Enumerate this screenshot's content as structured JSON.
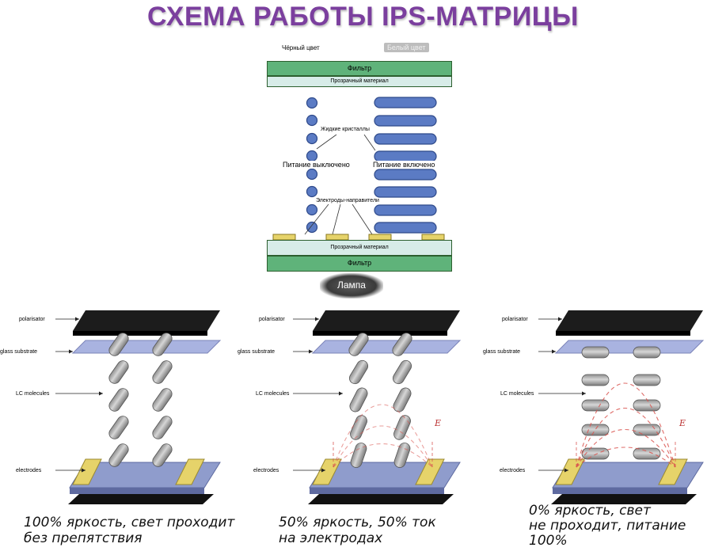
{
  "title": "СХЕМА РАБОТЫ IPS-МАТРИЦЫ",
  "top_diagram": {
    "black_label": "Чёрный цвет",
    "white_label": "Белый цвет",
    "filter": "Фильтр",
    "clear_material": "Прозрачный материал",
    "liquid_crystals": "Жидкие кристаллы",
    "power_off": "Питание выключено",
    "power_on": "Питание включено",
    "electrodes": "Электроды-направители",
    "lamp": "Лампа"
  },
  "panel_labels": {
    "polarisator": "polarisator",
    "glass": "glass substrate",
    "lc": "LC molecules",
    "electrodes": "electrodes",
    "field_symbol": "E"
  },
  "captions": {
    "left": [
      "100% яркость, свет проходит",
      "без препятствия"
    ],
    "middle": [
      "50% яркость, 50% ток",
      "на электродах"
    ],
    "right": [
      "0% яркость, свет",
      "не проходит, питание",
      "100%"
    ]
  },
  "colors": {
    "title": "#7b3f9e",
    "filter": "#5fb37a",
    "crystal": "#5b7bc4",
    "electrode_top": "#e6d36a",
    "polarizer": "#1c1c1c",
    "glass": "#a9b3e0"
  }
}
